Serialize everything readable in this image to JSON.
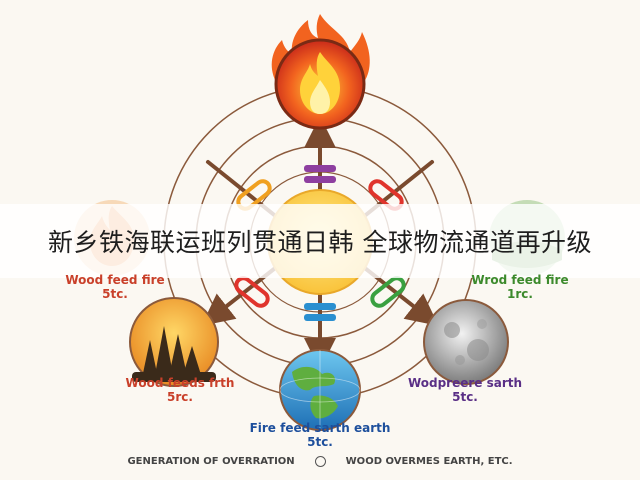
{
  "banner": {
    "title": "新乡铁海联运班列贯通日韩 全球物流通道再升级"
  },
  "labels": {
    "left_upper": {
      "line1": "Wood feed fire",
      "line2": "5tc."
    },
    "right_upper": {
      "line1": "Wrod feed fire",
      "line2": "1rc."
    },
    "left_lower": {
      "line1": "Wood feeds frth",
      "line2": "5rc."
    },
    "right_lower": {
      "line1": "Wodpreere sarth",
      "line2": "5tc."
    },
    "bottom": {
      "line1": "Fire feed sarth earth",
      "line2": "5tc."
    }
  },
  "footer": {
    "left": "GENERATION OF OVERRATION",
    "right": "WOOD OVERMES EARTH, ETC."
  },
  "colors": {
    "ring": "#8b5a3c",
    "arrow": "#7a4a2e",
    "center": "#ffd54f",
    "link_purple": "#8e3fa0",
    "link_orange": "#f0a020",
    "link_red": "#e0342c",
    "link_green": "#3aa040",
    "link_blue": "#2a8fd0"
  },
  "icons": [
    "fire-icon",
    "flame-icon",
    "forest-icon",
    "moon-icon",
    "earth-globe-icon",
    "meadow-icon"
  ]
}
